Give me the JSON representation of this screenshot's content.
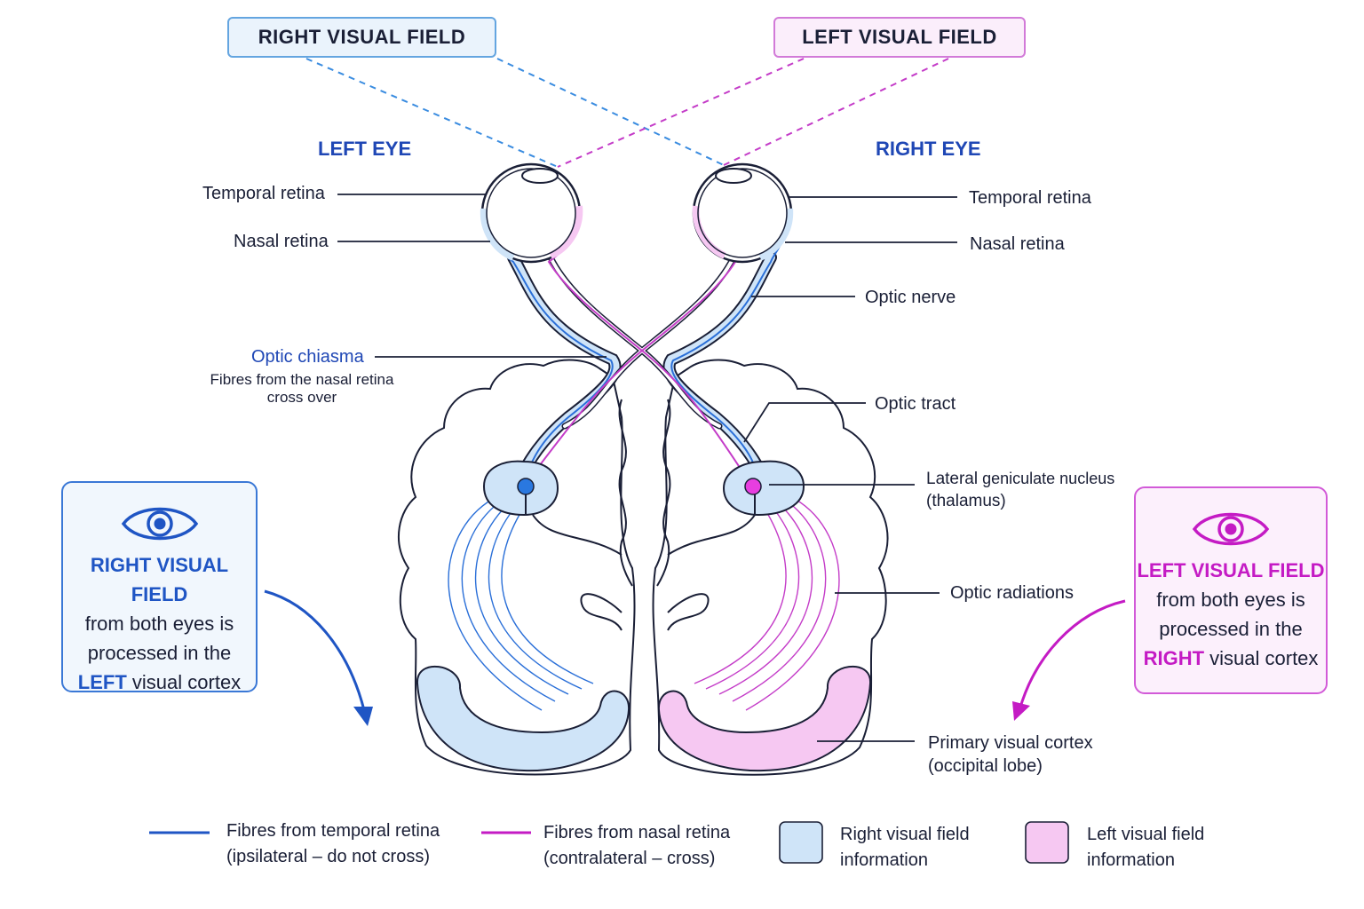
{
  "fields": {
    "right_visual_field": "RIGHT VISUAL FIELD",
    "left_visual_field": "LEFT VISUAL FIELD"
  },
  "eyes": {
    "left_eye": "LEFT EYE",
    "right_eye": "RIGHT EYE"
  },
  "labels": {
    "temporal_retina_left": "Temporal retina",
    "nasal_retina_left": "Nasal retina",
    "temporal_retina_right": "Temporal retina",
    "nasal_retina_right": "Nasal retina",
    "optic_nerve": "Optic nerve",
    "optic_chiasma": "Optic chiasma",
    "optic_chiasma_note_1": "Fibres from the nasal retina",
    "optic_chiasma_note_2": "cross over",
    "optic_tract": "Optic tract",
    "lgn_bold": "Lateral",
    "lgn_rest": " geniculate nucleus",
    "lgn_sub": "(thalamus)",
    "optic_radiations": "Optic radiations",
    "primary_visual_cortex": "Primary visual cortex",
    "primary_visual_cortex_sub": "(occipital lobe)"
  },
  "info_left": {
    "line1": "RIGHT VISUAL FIELD",
    "line2": "from both eyes is",
    "line3": "processed in the",
    "line4_highlight": "LEFT",
    "line4_rest": " visual cortex"
  },
  "info_right": {
    "line1": "LEFT VISUAL FIELD",
    "line2": "from both eyes is",
    "line3": "processed in the",
    "line4_highlight": "RIGHT",
    "line4_rest": " visual cortex"
  },
  "legend": {
    "temporal_line1": "Fibres from temporal retina",
    "temporal_line2": "(ipsilateral – do not cross)",
    "nasal_line1": "Fibres from nasal retina",
    "nasal_line2": "(contralateral – cross)",
    "right_field_line1": "Right visual field",
    "right_field_line2": "information",
    "left_field_line1": "Left visual field",
    "left_field_line2": "information"
  },
  "colors": {
    "blue_fibre": "#1f55c4",
    "pink_fibre": "#c41bc4",
    "right_field_fill": "#cfe4f8",
    "left_field_fill": "#f6c8f2",
    "outline": "#1a1f36"
  },
  "icons": [
    "eye-icon"
  ]
}
